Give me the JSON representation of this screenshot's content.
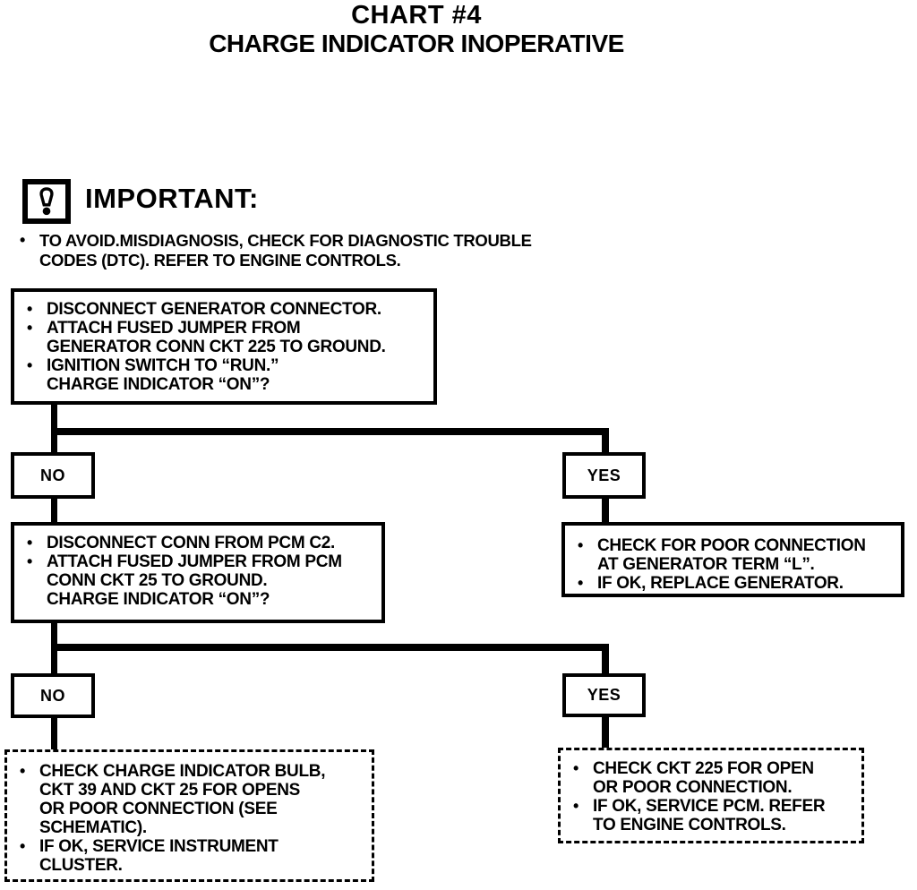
{
  "page": {
    "title_line1": "CHART #4",
    "title_line2": "CHARGE INDICATOR INOPERATIVE"
  },
  "glyphs": {
    "bullet": "•"
  },
  "important": {
    "label": "IMPORTANT:",
    "note": "TO AVOID.MISDIAGNOSIS, CHECK FOR DIAGNOSTIC TROUBLE\nCODES (DTC). REFER TO ENGINE CONTROLS."
  },
  "flow": {
    "step1": {
      "bullets": [
        "DISCONNECT GENERATOR CONNECTOR.",
        "ATTACH FUSED JUMPER FROM\nGENERATOR CONN CKT 225 TO GROUND.",
        "IGNITION SWITCH TO “RUN.”\nCHARGE INDICATOR “ON”?"
      ]
    },
    "decision1": {
      "no": "NO",
      "yes": "YES"
    },
    "yes1_result": {
      "bullets": [
        "CHECK FOR POOR CONNECTION\nAT GENERATOR TERM “L”.",
        "IF OK, REPLACE GENERATOR."
      ]
    },
    "step2": {
      "bullets": [
        "DISCONNECT CONN FROM PCM C2.",
        "ATTACH FUSED JUMPER FROM PCM\nCONN CKT 25 TO GROUND.\nCHARGE INDICATOR “ON”?"
      ]
    },
    "decision2": {
      "no": "NO",
      "yes": "YES"
    },
    "no2_result": {
      "bullets": [
        "CHECK CHARGE INDICATOR BULB,\nCKT 39 AND CKT 25 FOR OPENS\nOR POOR CONNECTION (SEE\nSCHEMATIC).",
        "IF OK, SERVICE INSTRUMENT\nCLUSTER."
      ]
    },
    "yes2_result": {
      "bullets": [
        "CHECK CKT 225 FOR OPEN\nOR POOR CONNECTION.",
        "IF OK, SERVICE PCM. REFER\nTO ENGINE CONTROLS."
      ]
    }
  },
  "colors": {
    "ink": "#000000",
    "paper": "#ffffff"
  }
}
